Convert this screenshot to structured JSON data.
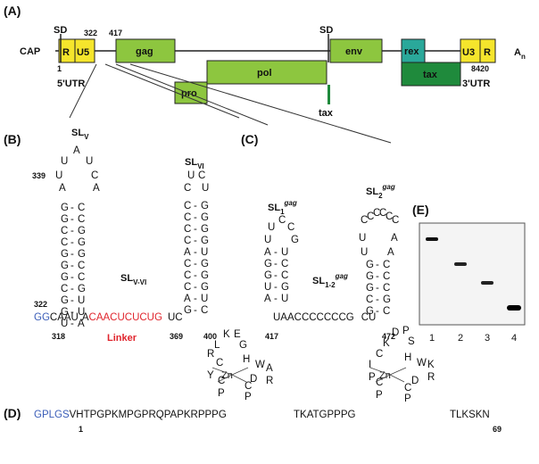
{
  "panels": [
    "(A)",
    "(B)",
    "(C)",
    "(D)",
    "(E)"
  ],
  "genome": {
    "cap": "CAP",
    "sd1": "SD",
    "sd2": "SD",
    "r": "R",
    "u5": "U5",
    "u3": "U3",
    "r2": "R",
    "pos322": "322",
    "pos417": "417",
    "pos1": "1",
    "pos8420": "8420",
    "gag": "gag",
    "pro": "pro",
    "pol": "pol",
    "env": "env",
    "rex": "rex",
    "tax": "tax",
    "tax_small": "tax",
    "utr5": "5'UTR",
    "utr3": "3'UTR",
    "an": "A",
    "an_sub": "n"
  },
  "b": {
    "slv": "SL",
    "slv_sub": "V",
    "slvi": "SL",
    "slvi_sub": "VI",
    "slvvi": "SL",
    "slvvi_sub": "V-VI",
    "linker": "Linker",
    "n339": "339",
    "n322": "322",
    "n318": "318",
    "n369": "369",
    "n400": "400",
    "bottom_blue": "GG",
    "bottom_black": "CAAU",
    "bottom_mid": "A",
    "bottom_red": "CAACUCUCUG",
    "bottom_end": "UC"
  },
  "c": {
    "sl1": "SL",
    "sl1_sub": "1",
    "sl1_sup": "gag",
    "sl2": "SL",
    "sl2_sub": "2",
    "sl2_sup": "gag",
    "sl12": "SL",
    "sl12_sub": "1-2",
    "sl12_sup": "gag",
    "n417": "417",
    "n472": "472",
    "bottom_seq": "UAACCCCCCCG",
    "bottom_end": "CU"
  },
  "e": {
    "lanes": [
      "1",
      "2",
      "3",
      "4"
    ]
  },
  "d": {
    "blue": "GPLGS",
    "seq1": "VHTPGPKMPGPRQPAPKRPPPG",
    "seq2": "TKATGPPPG",
    "seq3": "TLKSKN",
    "n1": "1",
    "n69": "69",
    "zn": "Zn"
  }
}
